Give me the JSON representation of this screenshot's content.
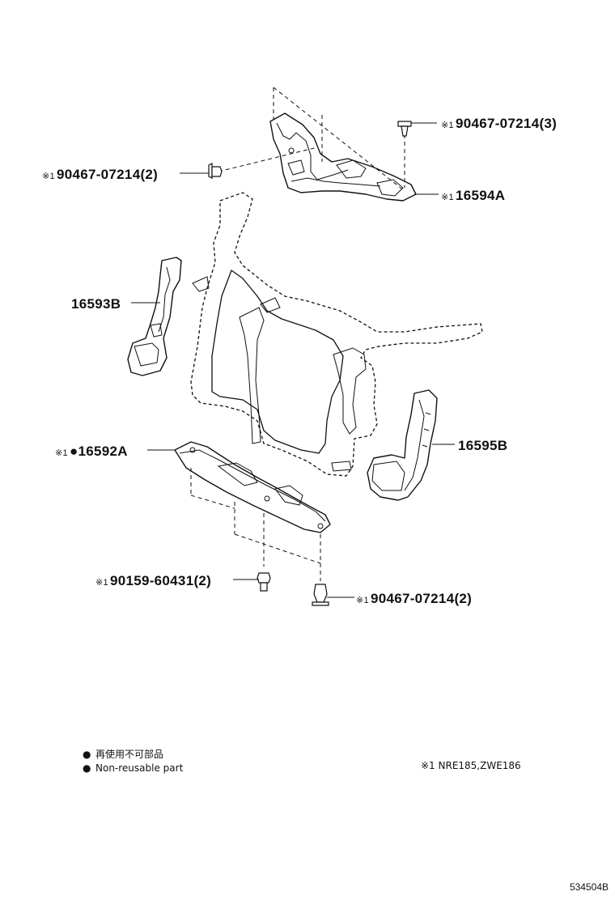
{
  "labels": {
    "clip_top_right": {
      "ref": "※1",
      "part_no": "90467-07214(3)"
    },
    "clip_top_left": {
      "ref": "※1",
      "part_no": "90467-07214(2)"
    },
    "seal_upper": {
      "ref": "※1",
      "part_no": "16594A"
    },
    "seal_left": {
      "part_no": "16593B"
    },
    "seal_lower": {
      "ref": "※1",
      "marker": "●",
      "part_no": "16592A"
    },
    "seal_right": {
      "part_no": "16595B"
    },
    "bolt_bottom": {
      "ref": "※1",
      "part_no": "90159-60431(2)"
    },
    "clip_bottom": {
      "ref": "※1",
      "part_no": "90467-07214(2)"
    }
  },
  "legend": {
    "marker": "●",
    "line_jp": "再使用不可部品",
    "line_en": "Non-reusable part",
    "applicability": "※1 NRE185,ZWE186"
  },
  "figure_number": "534504B"
}
